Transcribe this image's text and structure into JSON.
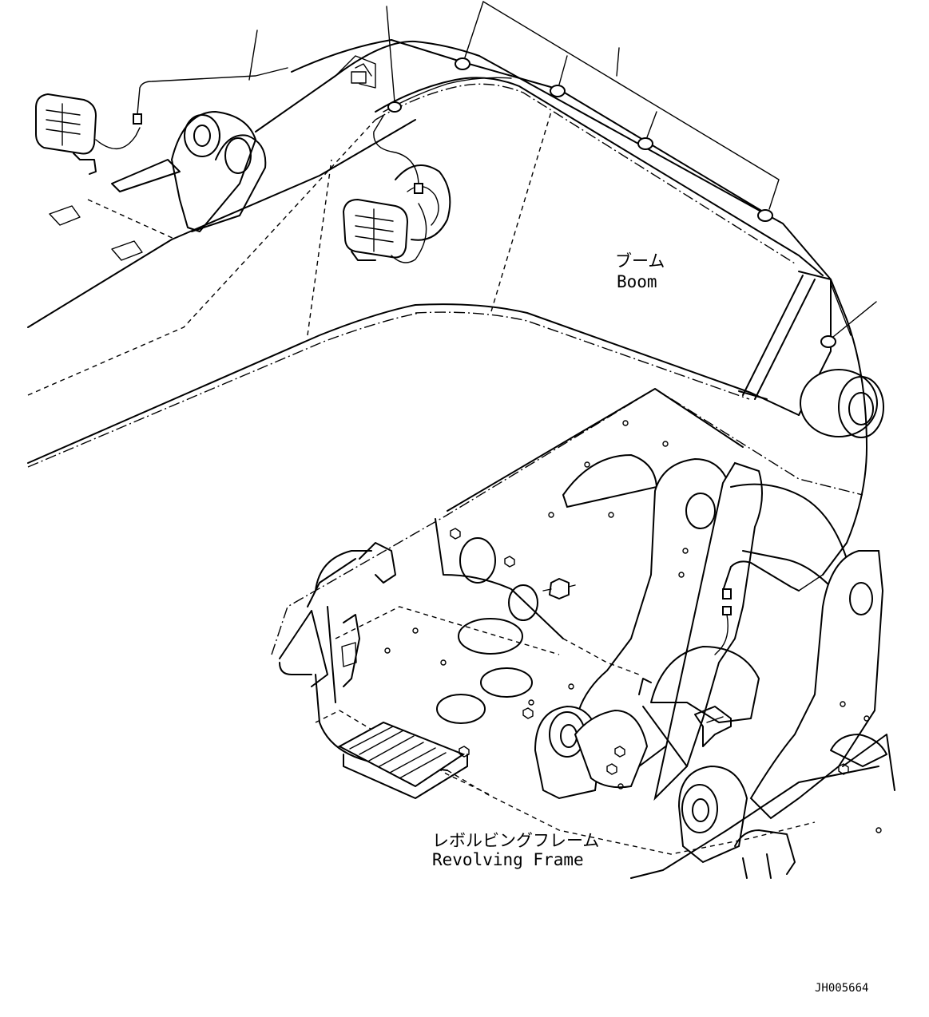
{
  "labels": {
    "boom_jp": "ブーム",
    "boom_en": "Boom",
    "frame_jp": "レボルビングフレーム",
    "frame_en": "Revolving Frame",
    "drawing_id": "JH005664"
  },
  "icons": [
    "work-light-icon",
    "connector-icon",
    "hose-clamp-icon",
    "bracket-icon"
  ]
}
